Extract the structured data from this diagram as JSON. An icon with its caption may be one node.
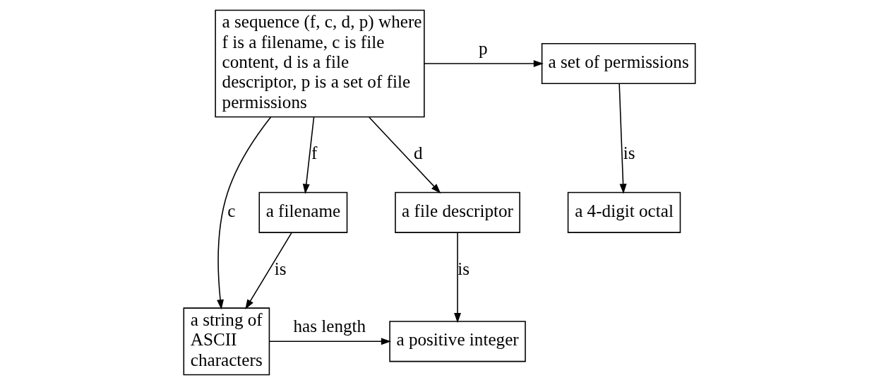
{
  "diagram": {
    "nodes": [
      {
        "text": [
          "a sequence (f, c, d, p) where f is a filename, c is file content, d is a file descriptor, p is a set of file permissions"
        ]
      },
      {
        "text": [
          "a set of permissions"
        ]
      },
      {
        "text": [
          "a filename"
        ]
      },
      {
        "text": [
          "a file descriptor"
        ]
      },
      {
        "text": [
          "a 4-digit octal"
        ]
      },
      {
        "text": [
          "a string of ASCII characters"
        ]
      },
      {
        "text": [
          "a positive integer"
        ]
      }
    ],
    "edges": [
      {
        "from": 0,
        "to": 1,
        "arrow": "to",
        "label": "p"
      },
      {
        "from": 0,
        "to": 2,
        "arrow": "to",
        "label": "f"
      },
      {
        "from": 0,
        "to": 5,
        "arrow": "to",
        "label": "c"
      },
      {
        "from": 0,
        "to": 3,
        "arrow": "to",
        "label": "d"
      },
      {
        "from": 1,
        "to": 4,
        "arrow": "to",
        "label": "is"
      },
      {
        "from": 2,
        "to": 5,
        "arrow": "to",
        "label": "is"
      },
      {
        "from": 3,
        "to": 6,
        "arrow": "to",
        "label": "is"
      },
      {
        "from": 5,
        "to": 6,
        "arrow": "to",
        "label": "has length"
      }
    ]
  }
}
